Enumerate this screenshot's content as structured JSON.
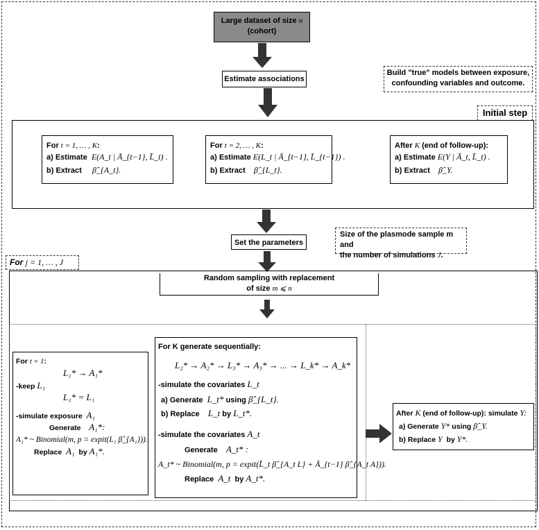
{
  "top_box": {
    "line1": "Large dataset of size",
    "n": "n",
    "line2": "(cohort)"
  },
  "estimate_associations": "Estimate associations",
  "build_note": {
    "line1": "Build \"true\" models between exposure,",
    "line2": "confounding variables and outcome."
  },
  "initial_step": "Initial step",
  "box1": {
    "header_pre": "For",
    "header_math": "t = 1, … , K",
    "header_post": ":",
    "a_label": "a)  Estimate",
    "a_math": "E(A_t | Ā_{t−1}, L̄_t) .",
    "b_label": "b)  Extract",
    "b_math": "β̂_{A_t}."
  },
  "box2": {
    "header_pre": "For",
    "header_math": "t = 2, … , K",
    "header_post": ":",
    "a_label": "a)  Estimate",
    "a_math": "E(L_t | Ā_{t−1}, L̄_{t−1}) .",
    "b_label": "b)  Extract",
    "b_math": "β̂_{L_t}."
  },
  "box3": {
    "header_pre": "After",
    "header_math": "K",
    "header_post": "(end of follow-up):",
    "a_label": "a)  Estimate",
    "a_math": "E(Y | Ā_t, L̄_t) .",
    "b_label": "b)  Extract",
    "b_math": "β̂_Y."
  },
  "set_parameters": "Set the parameters",
  "size_note": {
    "line1": "Size of the plasmode sample m and",
    "line2_pre": "the number of simulations",
    "line2_math": "J",
    "line2_post": "."
  },
  "loop_label": {
    "pre": "For",
    "math": "j = 1, … , J"
  },
  "random_sampling": {
    "line1": "Random sampling with replacement",
    "line2_pre": "of size",
    "line2_math": "m ⩽ n"
  },
  "left_box": {
    "header_pre": "For",
    "header_math": "t = 1",
    "header_post": ":",
    "eq1": "L₁* → A₁*",
    "keep_label": "-keep",
    "keep_math": "L₁",
    "eq2": "L₁* = L₁",
    "sim_label": "-simulate exposure",
    "sim_math": "A₁",
    "gen_label": "Generate",
    "gen_math": "A₁*:",
    "eq3": "A₁* ~ Binomial(m, p = expit(L₁ β̂_{A₁})).",
    "rep_label": "Replace",
    "rep_math1": "A₁",
    "rep_by": "by",
    "rep_math2": "A₁*."
  },
  "middle_box": {
    "header": "For  K generate sequentially:",
    "chain": "L₂* → A₂* → L₃* → A₃* → ... → L_k* → A_k*",
    "sim_cov_L": "-simulate  the covariates",
    "sim_cov_L_math": "L_t",
    "a_label": "a)  Generate",
    "a_math": "L_t*",
    "a_using": "using",
    "a_math2": "β̂_{L_t}.",
    "b_label": "b)  Replace",
    "b_math": "L_t",
    "b_by": "by",
    "b_math2": "L_t*.",
    "sim_cov_A": "-simulate  the covariates",
    "sim_cov_A_math": "A_t",
    "gen_label": "Generate",
    "gen_math": "A_t* :",
    "eq": "A_t* ~ Binomial(m, p = expit(L̄_t β̂_{A_t L} + Ā_{t−1} β̂_{A_t A})).",
    "rep_label": "Replace",
    "rep_math1": "A_t",
    "rep_by": "by",
    "rep_math2": "A_t*."
  },
  "right_box": {
    "header_pre": "After",
    "header_math": "K",
    "header_post": "(end of follow-up): simulate",
    "header_math2": "Y:",
    "a_label": "a)  Generate",
    "a_math": "Y*",
    "a_using": "using",
    "a_math2": "β̂_Y.",
    "b_label": "b)  Replace",
    "b_math": "Y",
    "b_by": "by",
    "b_math2": "Y*."
  }
}
